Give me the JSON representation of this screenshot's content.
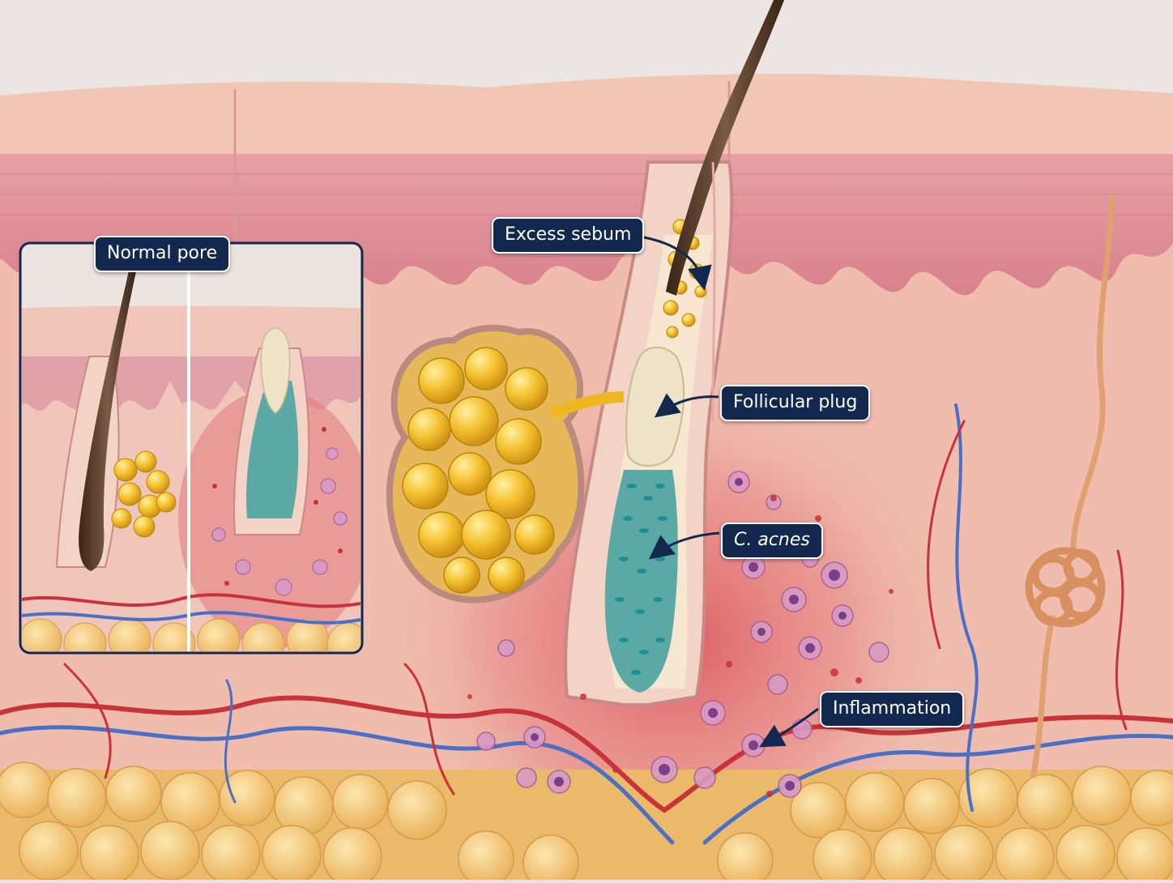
{
  "labels": {
    "normal_pore": "Normal pore",
    "excess_sebum": "Excess sebum",
    "follicular_plug": "Follicular plug",
    "c_acnes": "C. acnes",
    "inflammation": "Inflammation"
  },
  "colors": {
    "label_background": "#13284f",
    "label_border": "#ffffff",
    "arrow": "#13284f",
    "skin_surface": "#f1c6b4",
    "epidermis": "#e3a3a9",
    "dermis": "#f0c0b1",
    "inflamed_dermis": "#e06a6e",
    "sebaceous_gland": "#f2b830",
    "follicular_plug": "#eee3c7",
    "bacteria": "#1f9a9e",
    "hair": "#5a3a27",
    "fat_lobules": "#f5cb78",
    "arteries": "#c8333a",
    "veins": "#4a6fc7"
  }
}
